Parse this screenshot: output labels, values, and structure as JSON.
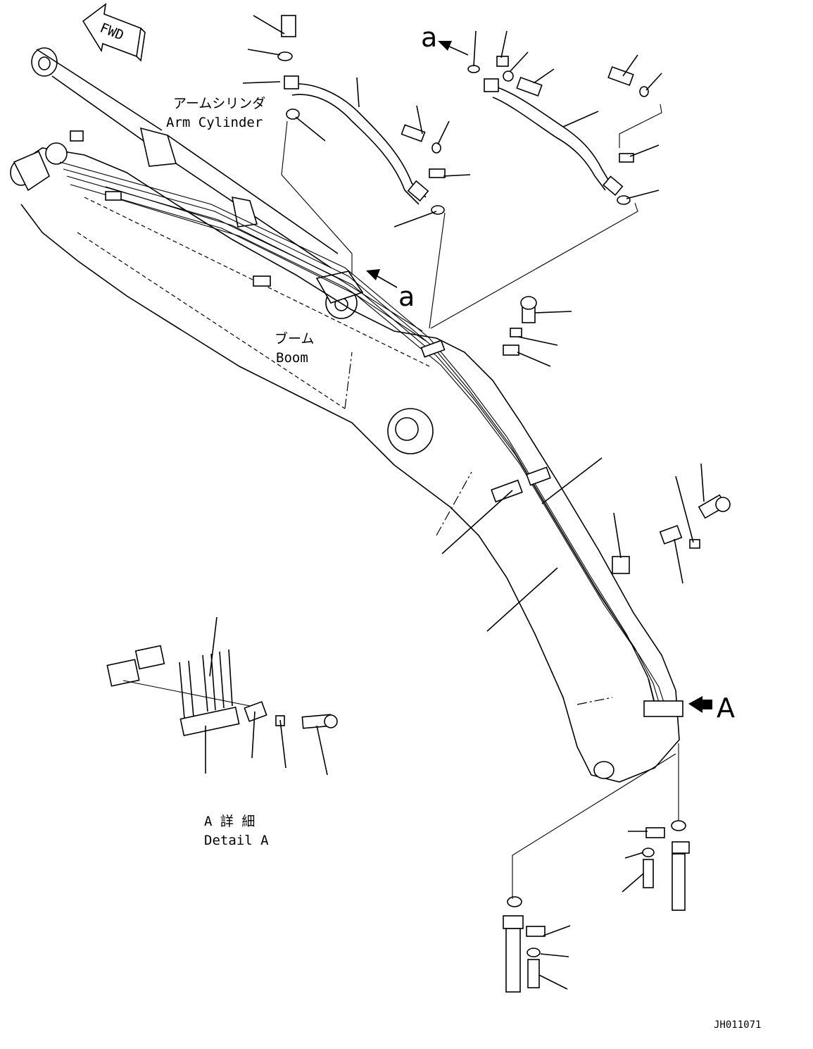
{
  "labels": {
    "fwd": "FWD",
    "arm_cylinder_jp": "アームシリンダ",
    "arm_cylinder_en": "Arm Cylinder",
    "boom_jp": "ブーム",
    "boom_en": "Boom",
    "detail_jp": "A 詳 細",
    "detail_en": "Detail A",
    "view_a": "A",
    "ref_a_top": "a",
    "ref_a_mid": "a",
    "drawing_code": "JH011071"
  }
}
